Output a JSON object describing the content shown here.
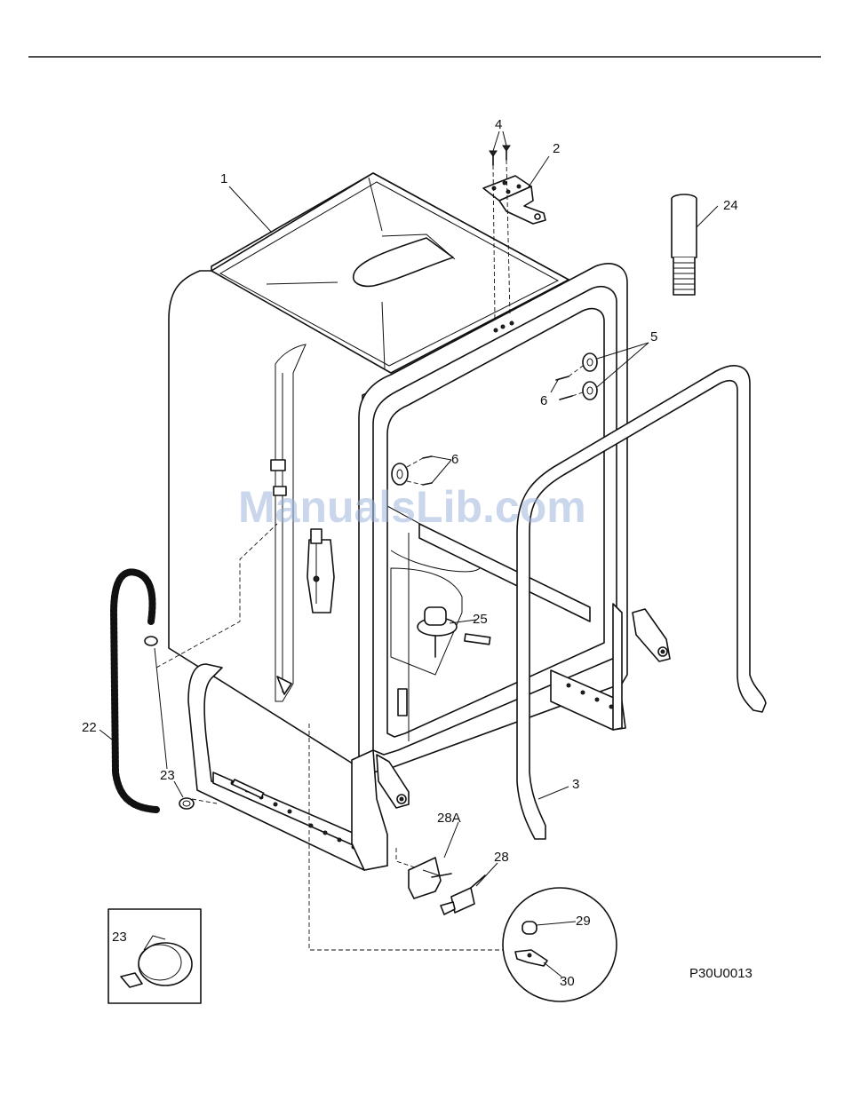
{
  "diagram": {
    "drawing_code": "P30U0013",
    "watermark": "ManualsLib.com",
    "callouts": {
      "tub": "1",
      "bracket": "2",
      "door_frame": "3",
      "screws_top": "4",
      "rollers_right": "5",
      "screws_right": "6",
      "screws_left": "6",
      "hose": "22",
      "clamp": "23",
      "clamp_detail": "23",
      "vent_pipe": "24",
      "float": "25",
      "switch": "28",
      "switch_bracket": "28A",
      "float_cap": "29",
      "float_bracket": "30"
    }
  }
}
